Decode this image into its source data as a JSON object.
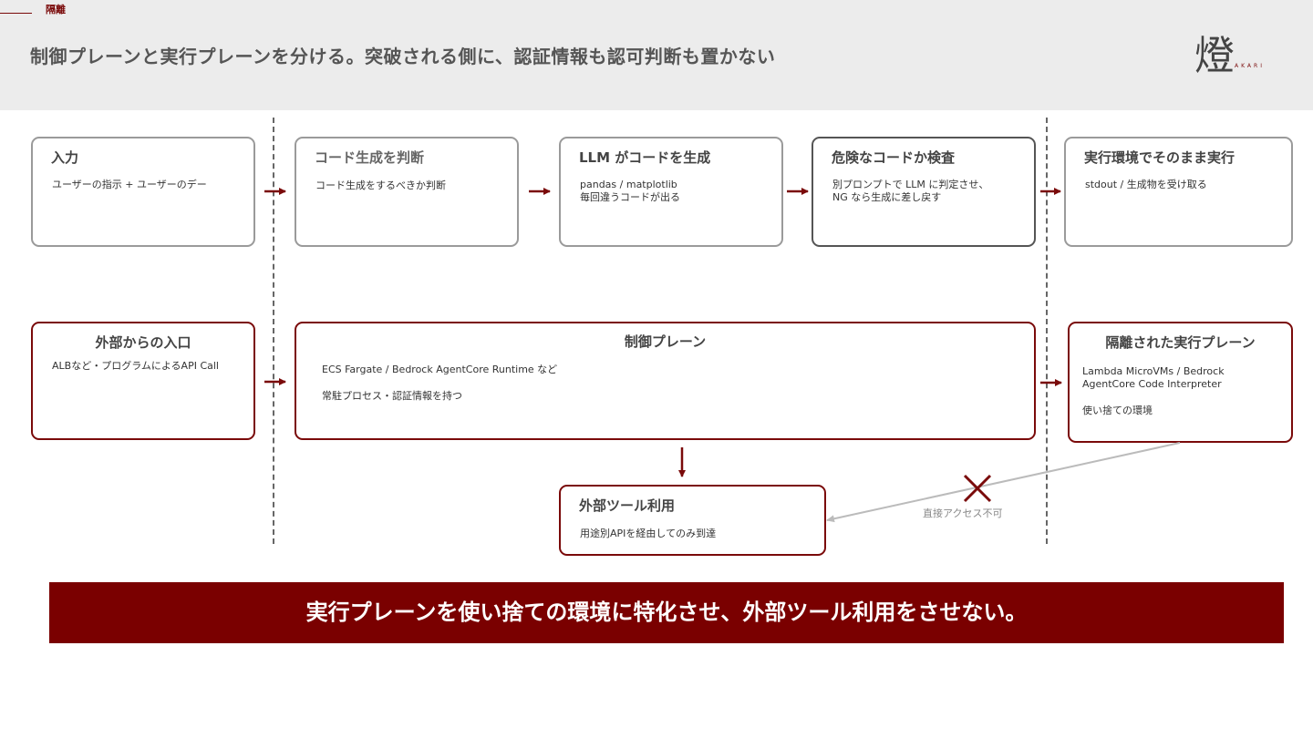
{
  "header": {
    "section_label": "隔離",
    "title": "制御プレーンと実行プレーンを分ける。突破される側に、認証情報も認可判断も置かない",
    "logo_glyph": "燈",
    "logo_text": "AKARI"
  },
  "flow_row": [
    {
      "title": "入力",
      "text": "ユーザーの指示 + ユーザーのデー"
    },
    {
      "title": "コード生成を判断",
      "text": "コード生成をするべきか判断"
    },
    {
      "title": "LLM がコードを生成",
      "text": "pandas / matplotlib\n毎回違うコードが出る"
    },
    {
      "title": "危険なコードか検査",
      "text": "別プロンプトで LLM に判定させ、\nNG なら生成に差し戻す"
    },
    {
      "title": "実行環境でそのまま実行",
      "text": "stdout / 生成物を受け取る"
    }
  ],
  "arch_row": {
    "entry": {
      "title": "外部からの入口",
      "text": "ALBなど・プログラムによるAPI Call"
    },
    "control": {
      "title": "制御プレーン",
      "line1": "ECS Fargate / Bedrock AgentCore Runtime など",
      "line2": "常駐プロセス・認証情報を持つ"
    },
    "execution": {
      "title": "隔離された実行プレーン",
      "line1": "Lambda MicroVMs / Bedrock\nAgentCore Code Interpreter",
      "line2": "使い捨ての環境"
    },
    "tools": {
      "title": "外部ツール利用",
      "text": "用途別APIを経由してのみ到達"
    }
  },
  "no_access_label": "直接アクセス不可",
  "banner": "実行プレーンを使い捨ての環境に特化させ、外部ツール利用をさせない。",
  "colors": {
    "accent": "#7a0a0a",
    "banner_bg": "#7a0000",
    "header_bg": "#ececec"
  }
}
